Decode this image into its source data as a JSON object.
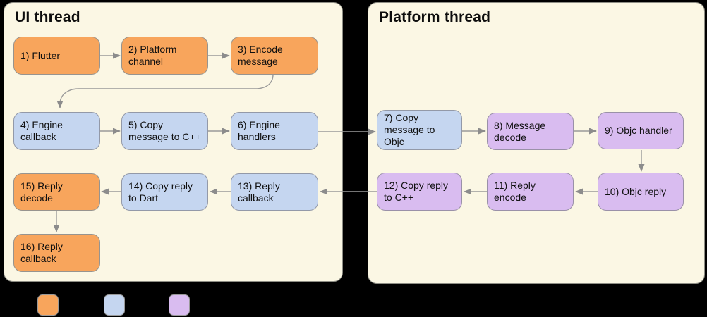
{
  "panels": {
    "ui": {
      "title": "UI thread"
    },
    "platform": {
      "title": "Platform thread"
    }
  },
  "nodes": {
    "n1": "1) Flutter",
    "n2": "2) Platform channel",
    "n3": "3) Encode message",
    "n4": "4) Engine callback",
    "n5": "5) Copy message to C++",
    "n6": "6) Engine handlers",
    "n7": "7) Copy message to Objc",
    "n8": "8) Message decode",
    "n9": "9) Objc handler",
    "n10": "10) Objc reply",
    "n11": "11) Reply encode",
    "n12": "12) Copy reply to C++",
    "n13": "13) Reply callback",
    "n14": "14) Copy reply to Dart",
    "n15": "15) Reply decode",
    "n16": "16) Reply callback"
  },
  "legend": {
    "swatches": [
      {
        "name": "orange",
        "color": "#F8A55C"
      },
      {
        "name": "blue",
        "color": "#C5D6F0"
      },
      {
        "name": "purple",
        "color": "#D9BCF0"
      }
    ]
  },
  "colors": {
    "page_bg": "#000000",
    "panel_bg": "#FBF7E4",
    "orange": "#F8A55C",
    "blue": "#C5D6F0",
    "purple": "#D9BCF0",
    "border_gray": "#97948F",
    "arrow_gray": "#8F8F8F",
    "text": "#101010"
  }
}
